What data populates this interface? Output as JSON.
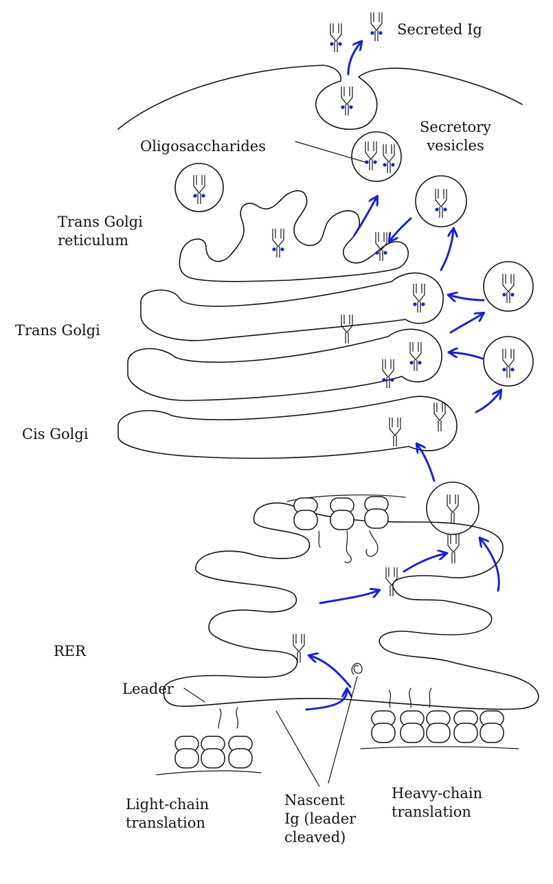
{
  "labels": {
    "secreted_ig": "Secreted Ig",
    "secretory_vesicles": "Secretory\nvesicles",
    "oligosaccharides": "Oligosaccharides",
    "trans_golgi_reticulum": "Trans Golgi\nreticulum",
    "trans_golgi": "Trans Golgi",
    "cis_golgi": "Cis Golgi",
    "rer": "RER",
    "leader": "Leader",
    "light_chain": "Light-chain\ntranslation",
    "nascent_ig": "Nascent\nIg (leader\ncleaved)",
    "heavy_chain": "Heavy-chain\ntranslation"
  },
  "colors": {
    "flow_arrow": "#1a23c8",
    "oligosaccharide_dot": "#1a23c8",
    "outline": "#111111"
  },
  "icons": {
    "antibody": "y-shaped-ig-glyph",
    "ribosome": "ribosome-pair-glyph",
    "arrow": "curved-blue-arrow"
  }
}
